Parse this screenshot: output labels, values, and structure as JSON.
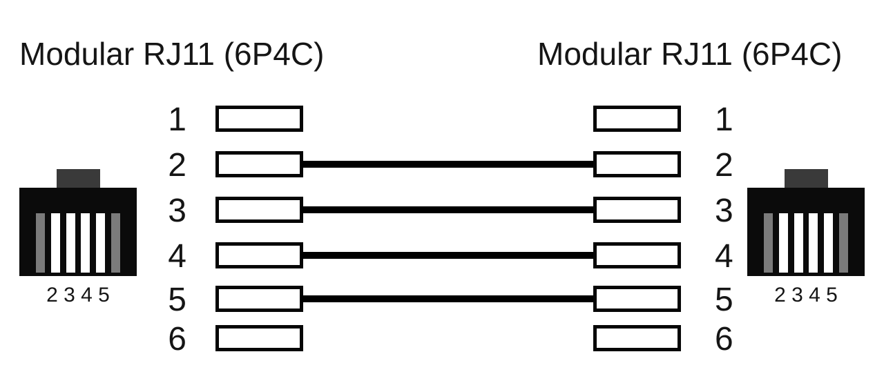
{
  "diagram": {
    "left_connector": {
      "title": "Modular RJ11 (6P4C)",
      "pins_label": "2 3 4 5",
      "slot_contacts": [
        false,
        true,
        true,
        true,
        true,
        false
      ]
    },
    "right_connector": {
      "title": "Modular RJ11 (6P4C)",
      "pins_label": "2 3 4 5",
      "slot_contacts": [
        false,
        true,
        true,
        true,
        true,
        false
      ]
    },
    "pins": [
      {
        "number": "1",
        "connected": false
      },
      {
        "number": "2",
        "connected": true
      },
      {
        "number": "3",
        "connected": true
      },
      {
        "number": "4",
        "connected": true
      },
      {
        "number": "5",
        "connected": true
      },
      {
        "number": "6",
        "connected": false
      }
    ]
  },
  "colors": {
    "background": "#ffffff",
    "ink": "#151515",
    "wire": "#000000",
    "pin-box-border": "#060606",
    "pin-box-fill": "#ffffff",
    "connector-body": "#0b0b0b",
    "connector-tab": "#3a3a3a",
    "slot-contact": "#ffffff",
    "slot-empty": "#7b7b7b"
  }
}
